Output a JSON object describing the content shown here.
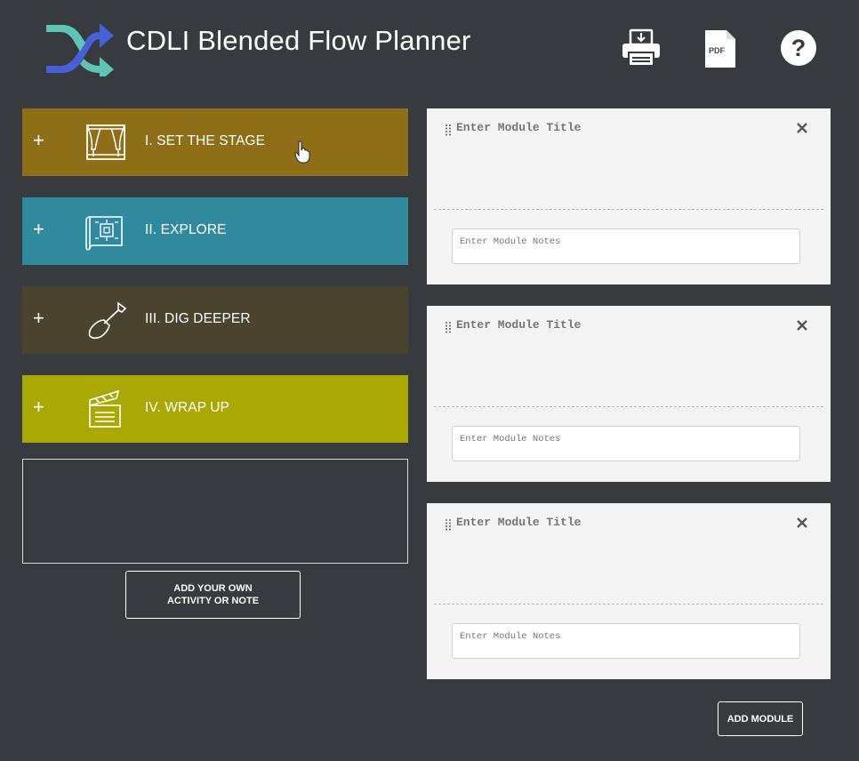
{
  "header": {
    "title": "CDLI Blended Flow Planner",
    "logo_icon": "shuffle-arrows-icon",
    "print_icon": "printer-icon",
    "pdf_label": "PDF",
    "help_icon": "help-circle-icon"
  },
  "stages": [
    {
      "plus": "+",
      "label": "I. SET THE STAGE",
      "icon": "theater-stage-icon",
      "color": "#8e6e17"
    },
    {
      "plus": "+",
      "label": "II. EXPLORE",
      "icon": "map-blueprint-icon",
      "color": "#31899e"
    },
    {
      "plus": "+",
      "label": "III. DIG DEEPER",
      "icon": "shovel-icon",
      "color": "#4a432e"
    },
    {
      "plus": "+",
      "label": "IV. WRAP UP",
      "icon": "clapperboard-icon",
      "color": "#aaa805"
    }
  ],
  "add_own_label": "ADD YOUR OWN ACTIVITY OR NOTE",
  "modules": [
    {
      "title_placeholder": "Enter Module Title",
      "notes_placeholder": "Enter Module Notes"
    },
    {
      "title_placeholder": "Enter Module Title",
      "notes_placeholder": "Enter Module Notes"
    },
    {
      "title_placeholder": "Enter Module Title",
      "notes_placeholder": "Enter Module Notes"
    }
  ],
  "add_module_label": "ADD MODULE",
  "colors": {
    "background": "#373a3f",
    "module_bg": "#f4f4f4",
    "logo_blue": "#4760d8",
    "logo_teal": "#5ec5b5"
  }
}
